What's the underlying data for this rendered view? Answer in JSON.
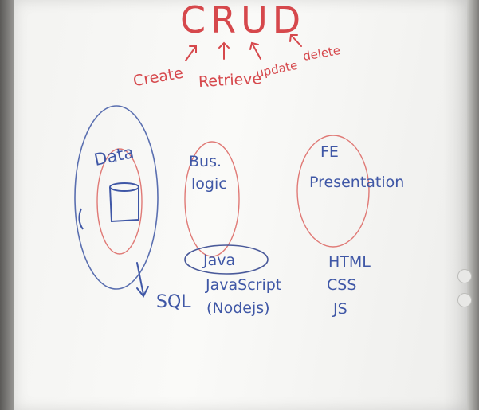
{
  "whiteboard": {
    "title": "CRUD",
    "operations": [
      "Create",
      "Retrieve",
      "update",
      "delete"
    ],
    "tiers": {
      "data": {
        "label": "Data",
        "tech": "SQL"
      },
      "business": {
        "label_line1": "Bus.",
        "label_line2": "logic",
        "tech": [
          "Java",
          "JavaScript",
          "(Nodejs)"
        ]
      },
      "presentation": {
        "label_line1": "FE",
        "label_line2": "Presentation",
        "tech": [
          "HTML",
          "CSS",
          "JS"
        ]
      }
    }
  },
  "colors": {
    "red_marker": "#d6484c",
    "blue_marker": "#3f57a6",
    "board": "#f8f8f6"
  }
}
